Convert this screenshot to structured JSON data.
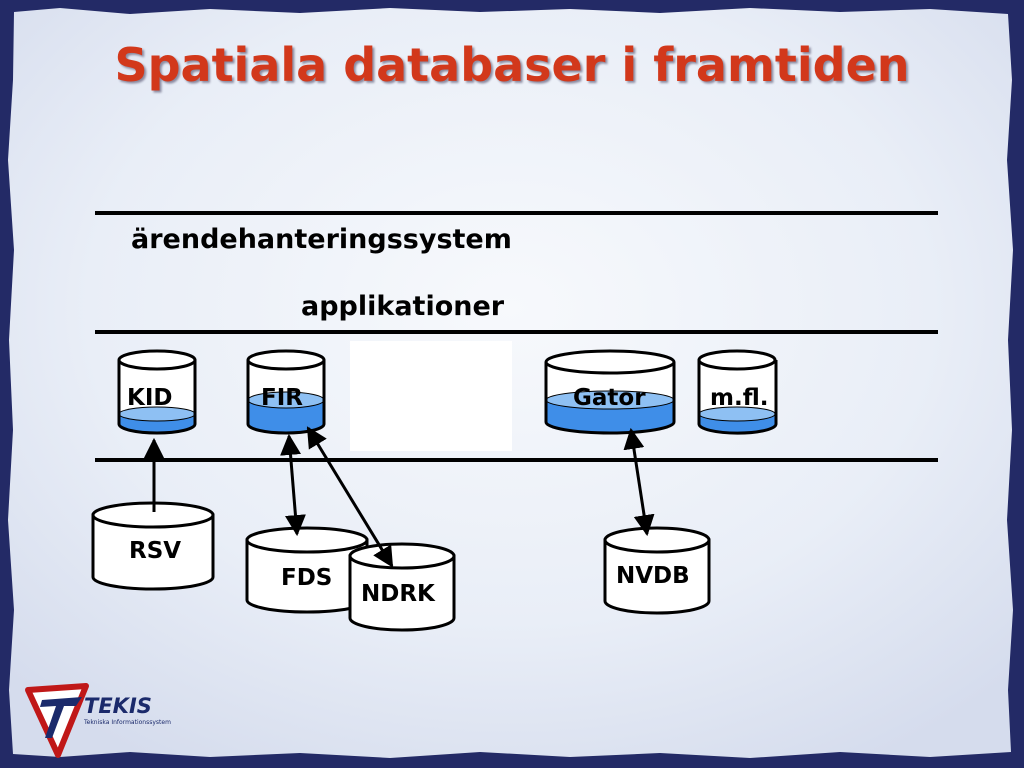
{
  "slide": {
    "title": "Spatiala databaser i framtiden",
    "layer_top": "ärendehanteringssystem",
    "layer_mid": "applikationer"
  },
  "databases_upper": {
    "kid": "KID",
    "fir": "FIR",
    "gator": "Gator",
    "mfl": "m.fl."
  },
  "databases_lower": {
    "rsv": "RSV",
    "fds": "FDS",
    "ndrk": "NDRK",
    "nvdb": "NVDB"
  },
  "logo": {
    "name": "TEKIS",
    "tagline": "Tekniska Informationssystem"
  },
  "colors": {
    "title": "#d2381b",
    "frame": "#232a66",
    "paper": "#eef1f8",
    "liquid": "#3f8ee8",
    "liquid_top": "#8ec0f3"
  }
}
